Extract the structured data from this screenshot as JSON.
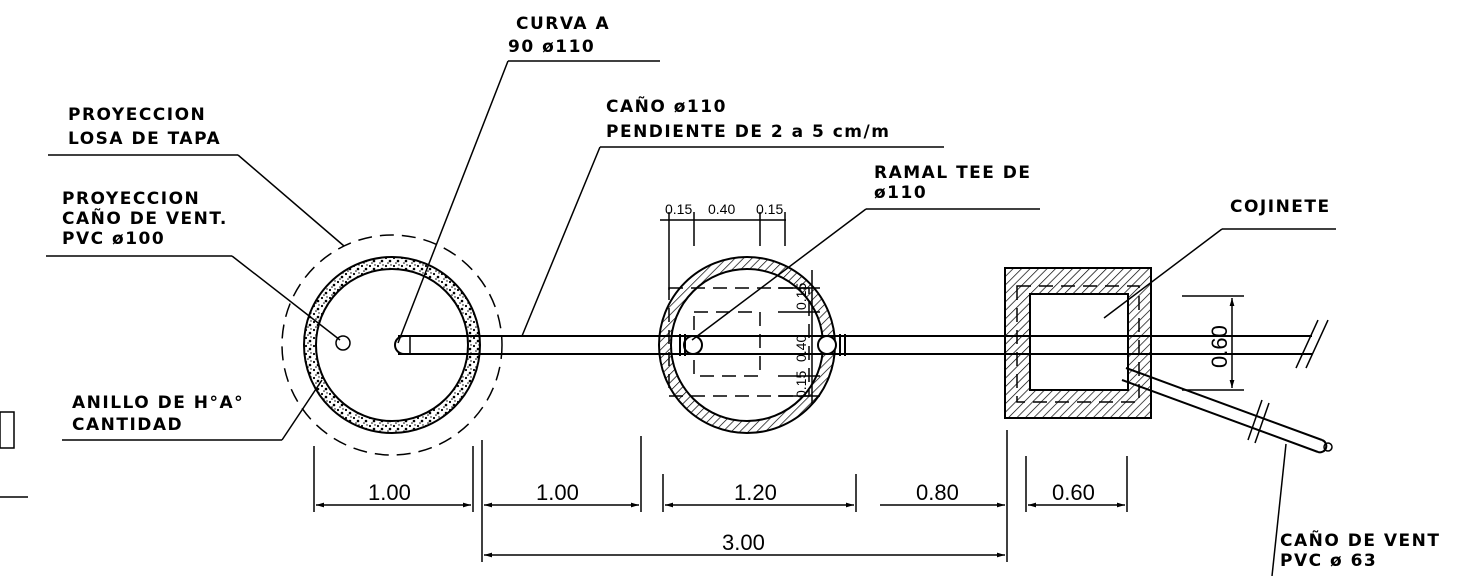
{
  "labels": {
    "curva": [
      "CURVA A",
      "90 ø110"
    ],
    "cano": [
      "CAÑO ø110",
      "PENDIENTE DE 2 a 5 cm/m"
    ],
    "proy_losa": [
      "PROYECCION",
      "LOSA DE TAPA"
    ],
    "proy_cano": [
      "PROYECCION",
      "CAÑO DE VENT.",
      "PVC ø100"
    ],
    "ramal": [
      "RAMAL TEE DE",
      "ø110"
    ],
    "cojinete": "COJINETE",
    "anillo": [
      "ANILLO DE H°A°",
      "CANTIDAD"
    ],
    "vent": [
      "CAÑO DE VENT",
      "PVC ø 63"
    ]
  },
  "dimensions": {
    "d1": "1.00",
    "d2": "1.00",
    "d3": "1.20",
    "d4": "0.80",
    "d5": "0.60",
    "total": "3.00",
    "box_height": "0.60",
    "top_a": "0.15",
    "top_b": "0.40",
    "top_c": "0.15",
    "side_a": "0.15",
    "side_b": "0.40",
    "side_c": "0.15"
  },
  "colors": {
    "line": "#000000",
    "background": "#ffffff"
  }
}
